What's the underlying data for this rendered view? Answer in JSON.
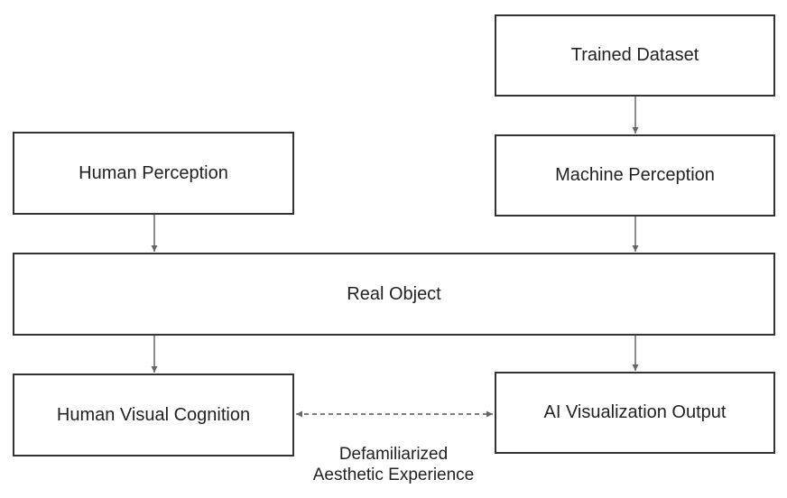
{
  "nodes": {
    "trained_dataset": "Trained Dataset",
    "human_perception": "Human Perception",
    "machine_perception": "Machine Perception",
    "real_object": "Real Object",
    "human_visual_cognition": "Human Visual Cognition",
    "ai_visualization_output": "AI Visualization Output"
  },
  "edge_label": {
    "line1": "Defamiliarized",
    "line2": "Aesthetic Experience"
  },
  "colors": {
    "stroke": "#333333",
    "arrow": "#666666",
    "dashed": "#555555"
  }
}
